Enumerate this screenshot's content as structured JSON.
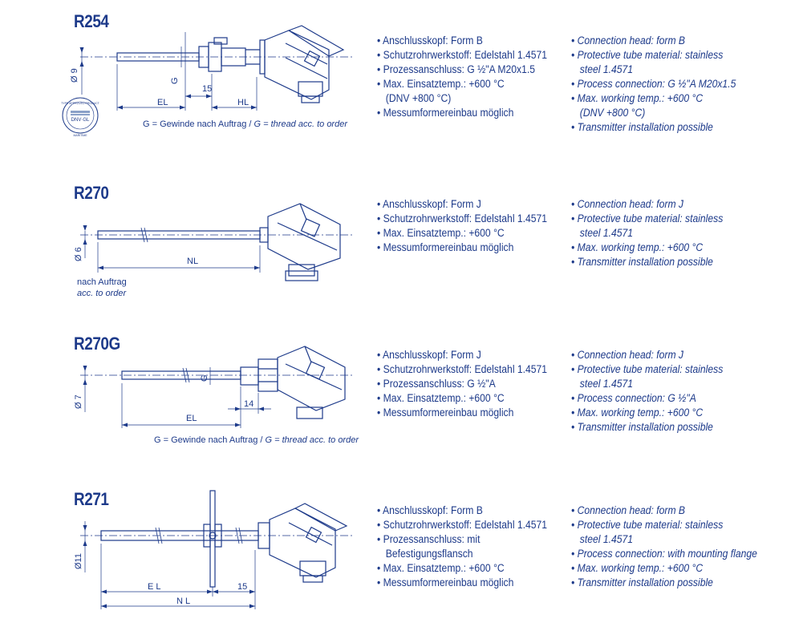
{
  "sections": [
    {
      "model": "R254",
      "drawing": {
        "diameter_label": "Ø 9",
        "thread_label": "G",
        "dim_labels": [
          "EL",
          "15",
          "HL"
        ],
        "note_de": "G = Gewinde nach Auftrag /",
        "note_en": "G = thread acc. to order",
        "cert_badge": {
          "top_text": "TYPE APPROVED PRODUCT",
          "name": "DNV·GL",
          "bottom_text": "MARITIME"
        }
      },
      "de": [
        "Anschlusskopf: Form B",
        "Schutzrohrwerkstoff: Edelstahl 1.4571",
        "Prozessanschluss: G ½\"A M20x1.5",
        "Max. Einsatztemp.: +600 °C",
        "(DNV +800 °C)",
        "Messumformereinbau möglich"
      ],
      "en": [
        "Connection head: form B",
        "Protective tube material: stainless",
        "steel 1.4571",
        "Process connection: G ½\"A M20x1.5",
        "Max. working temp.: +600 °C",
        "(DNV +800 °C)",
        "Transmitter installation possible"
      ]
    },
    {
      "model": "R270",
      "drawing": {
        "diameter_label": "Ø 6",
        "dim_labels": [
          "NL"
        ],
        "note_de": "nach Auftrag",
        "note_en": "acc. to order"
      },
      "de": [
        "Anschlusskopf: Form J",
        "Schutzrohrwerkstoff: Edelstahl 1.4571",
        "Max. Einsatztemp.: +600 °C",
        "Messumformereinbau möglich"
      ],
      "en": [
        "Connection head: form J",
        "Protective tube material: stainless",
        "steel 1.4571",
        "Max. working temp.: +600 °C",
        "Transmitter installation possible"
      ]
    },
    {
      "model": "R270G",
      "drawing": {
        "diameter_label": "Ø 7",
        "thread_label": "G",
        "dim_labels": [
          "14",
          "EL"
        ],
        "note_de": "G = Gewinde nach Auftrag /",
        "note_en": "G = thread acc. to order"
      },
      "de": [
        "Anschlusskopf: Form J",
        "Schutzrohrwerkstoff: Edelstahl 1.4571",
        "Prozessanschluss: G ½\"A",
        "Max. Einsatztemp.: +600 °C",
        "Messumformereinbau möglich"
      ],
      "en": [
        "Connection head: form J",
        "Protective tube material: stainless",
        "steel 1.4571",
        "Process connection: G ½\"A",
        "Max. working temp.: +600 °C",
        "Transmitter installation possible"
      ]
    },
    {
      "model": "R271",
      "drawing": {
        "diameter_label": "Ø11",
        "dim_labels": [
          "E L",
          "15",
          "N L"
        ]
      },
      "de": [
        "Anschlusskopf: Form B",
        "Schutzrohrwerkstoff: Edelstahl 1.4571",
        "Prozessanschluss: mit",
        "Befestigungsflansch",
        "Max. Einsatztemp.: +600 °C",
        "Messumformereinbau möglich"
      ],
      "en": [
        "Connection head: form B",
        "Protective tube material: stainless",
        "steel 1.4571",
        "Process connection: with mounting flange",
        "Max. working temp.: +600 °C",
        "Transmitter installation possible"
      ]
    }
  ],
  "colors": {
    "primary": "#1d3a8a",
    "background": "#ffffff"
  }
}
